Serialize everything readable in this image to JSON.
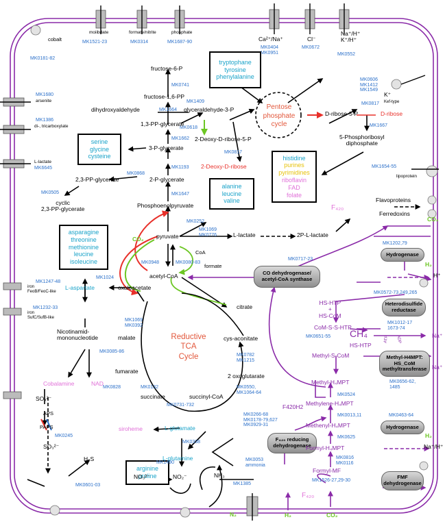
{
  "top_transporters": {
    "cobalt": {
      "label": "cobalt",
      "id": "MK0181-82"
    },
    "molybdate": {
      "label": "moiibdate",
      "id": "MK1521-23"
    },
    "formate": {
      "label": "formate/nitrite",
      "id": "MK0314"
    },
    "phosphate": {
      "label": "phosphate",
      "id": "MK1687-90"
    },
    "ca": {
      "label": "Ca²⁺/Na⁺",
      "id": "MK0404\nMK0951"
    },
    "cl": {
      "label": "Cl⁻",
      "id": "MK0672"
    },
    "nah": {
      "label": "Na⁺/H⁺\nK⁺/H⁺",
      "id": "MK0552"
    },
    "k": {
      "label": "K⁺",
      "id": "MK0606\nMK1412\nMK1549",
      "sub": "Kef-type"
    }
  },
  "left_transporters": {
    "arsenite": {
      "label": "arsenite",
      "id": "MK1680"
    },
    "dicarboxylate": {
      "label": "di-, tricarboxylate",
      "id": "MK1386"
    },
    "lactate": {
      "label": "L-lactate",
      "id": "MK6645"
    },
    "feob": {
      "label": "iron\nFeoB/FeoC-like",
      "id": "MK1247-48"
    },
    "sufc": {
      "label": "iron\nSufC/SufB-like",
      "id": "MK1232-33"
    }
  },
  "glycolysis": {
    "fructose6p": "fructose-6-P",
    "mk0741": "MK0741",
    "fructose16pp": "fructose-1,6-PP",
    "mk1409": "MK1409",
    "dhap": "dihydroxyaldehyde",
    "mk1664": "MK1664",
    "g3p": "glyceraldehyde-3-P",
    "mk0618": "MK0618",
    "pp13": "1,3-PP-glycerate",
    "mk1662": "MK1662",
    "g3pg": "3-P-glycerate",
    "mk1193": "MK1193",
    "mk0868": "MK0868",
    "pp23": "2,3-PP-glycerate",
    "g2p": "2-P-glycerate",
    "mk0505": "MK0505",
    "cyclic": "cyclic\n2,3-PP-glycerate",
    "mk1647": "MK1647",
    "pep": "Phosphoenolpyruvate",
    "deoxy5p": "2-Deoxy-D-ribose-5-P",
    "mk0817a": "MK0817",
    "deoxy": "2-Deoxy-D-ribose",
    "ppc": "Pentose\nphosphate\ncycle",
    "ribose5p": "D-ribose-5-P",
    "mk0817b": "MK0817",
    "dribose": "D-ribose",
    "mk1667": "MK1667",
    "prpp": "5-Phosphoribosyl\ndiphosphate"
  },
  "boxes": {
    "aromatic": [
      "tryptophane",
      "tyrosine",
      "phenylalanine"
    ],
    "serine": [
      "serine",
      "glycine",
      "cysteine"
    ],
    "alanine": [
      "alanine",
      "leucine",
      "valine"
    ],
    "asparagine": [
      "asparagine",
      "threonine",
      "methionine",
      "leucine",
      "isoleucine"
    ],
    "arginine": [
      "arginine",
      "proline"
    ],
    "nucleo": [
      "histidine",
      "purines",
      "pyrimidines",
      "riboflavin",
      "FAD",
      "folate"
    ]
  },
  "central": {
    "mk0252": "MK0252",
    "pyruvate": "pyruvate",
    "co2": "CO₂",
    "mk1069": "MK1069\nMK0776",
    "llactate": "L-lactate",
    "p2lactate": "2P-L-lactate",
    "f420": "F₄₂₀",
    "coa": "CoA",
    "formate": "formate",
    "mk0948": "MK0948",
    "mk0080": "MK0080-83",
    "acetylcoa": "acetyl-CoA",
    "citrate": "citrate",
    "mk1024": "MK1024",
    "oxaloacetate": "oxaloacetate",
    "laspartate": "L-aspartate",
    "nicotinamide": "Nicotinamid-\nmononucleotide",
    "cobalamine": "Cobalamine",
    "nad": "NAD",
    "mk1069b": "MK1069\nMK0392",
    "malate": "malate",
    "mk0085": "MK0085-86",
    "tca": "Reductive\nTCA\nCycle",
    "cisacon": "cys-aconitate",
    "mk0782": "MK0782\nMK1215",
    "fumarate": "fumarate",
    "mk0828": "MK0828",
    "mk0132": "MK0132",
    "oxoglut": "2 oxoglutarate",
    "succinate": "succinate",
    "succinylcoa": "succinyl-CoA",
    "mk0731": "MK0731-732",
    "mk0550": "MK0550,\nMK1064-64",
    "siroheme": "siroheme",
    "lglutamate": "L-glutamate",
    "mk0338": "MK0338",
    "lglutamine": "L-glutamine"
  },
  "sulfur": {
    "so4": "SO₄²⁻",
    "aps": "APS",
    "paps": "PAPS",
    "mk0245": "MK0245",
    "so3": "SO₃²⁻",
    "h2s": "H₂S",
    "mk0601": "MK0601-03",
    "no3": "NO₃²⁻",
    "mk1490": "MK1490",
    "no2": "NO₂⁻",
    "nh3": "NH₃",
    "mk0053": "MK0053\nammonia",
    "mk1385": "MK1385",
    "n2": "N₂"
  },
  "methanogenesis": {
    "mk0717": "MK0717-23",
    "codh": "CO dehydrogenase/\nacetyl-CoA synthase",
    "mk1202": "MK1202,79",
    "hydrogenase1": "Hydrogenase",
    "h2a": "H₂",
    "hplus": "H⁺",
    "hshtp": "HS-HTP\n+\nHS-CoM",
    "mk0572": "MK0572-73,249,265",
    "heterodisulfide": "Heterodisulfide\nreductase",
    "comshtp": "CoM-S-S-HTP",
    "mk0651": "MK0651-55",
    "ch4": "CH₄",
    "hshtp2": "HS-HTP",
    "mk1012": "MK1012-17\n1673-74",
    "atp": "ATP",
    "adp": "ADP",
    "na1": "Na⁺",
    "methylscom": "Methyl-S-CoM",
    "mtr": "Methyl-H4MPT:\nHS_CoM\nmethyltransferase",
    "na2": "Na⁺",
    "mk0656": "MK0656-62,\n1485",
    "methylh4mpt": "Methyl-H₄MPT",
    "mk0524": "MK0524",
    "methyleneh4mpt": "Methylene-H₄MPT",
    "f420h2": "F420H2",
    "mk0013": "MK0013,11",
    "methenylh4mpt": "Methenyl-H₄MPT",
    "mk0266": "MK0266-68\nMK0178-79,627\nMK0929-31",
    "f420red": "F₄₂₀ reducing\ndehydrogenase",
    "mk0625": "MK0625",
    "formylh4mpt": "Formyl-H₄MPT",
    "mk0463": "MK0463-64",
    "hydrogenase2": "Hydrogenase",
    "h2b": "H₂",
    "nahh": "Na⁺/H⁺",
    "mk0816": "MK0816\nMK0116",
    "formylmf": "Formyl-MF",
    "mk1526": "MK1526-27,29-30",
    "fmf": "FMF\ndehydrogenase",
    "f420b": "F₄₂₀",
    "h2c": "H₂",
    "co2b": "CO₂",
    "co2c": "CO₂"
  },
  "right_side": {
    "mk1654": "MK1654-55",
    "lipoprotein": "lipoprotein",
    "flavoproteins": "Flavoproteins",
    "ferredoxins": "Ferredoxins"
  },
  "colors": {
    "membrane": "#8a2aa8",
    "cyan": "#1aa3c9",
    "red": "#e8302a",
    "green": "#6cc623",
    "pink": "#e070d8",
    "blue": "#2a6fc9"
  }
}
